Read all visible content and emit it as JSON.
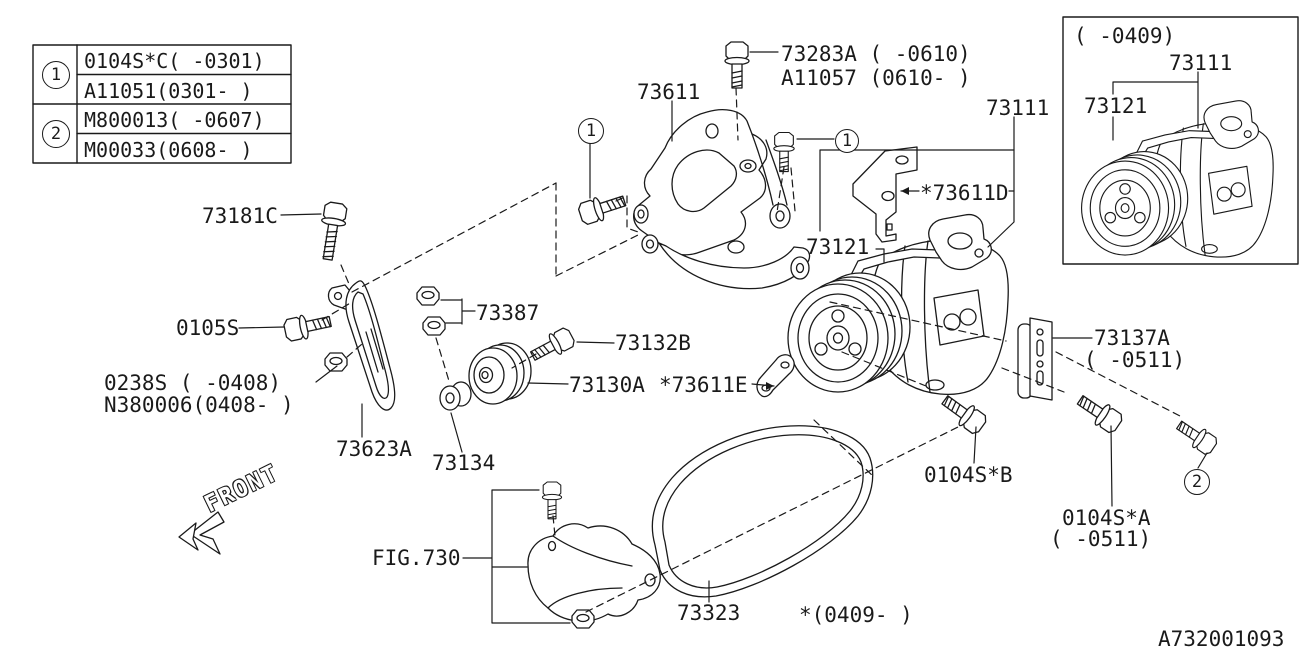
{
  "meta": {
    "drawing_number": "A732001093"
  },
  "legend": {
    "item1_num": "1",
    "item1_line1": "0104S*C( -0301)",
    "item1_line2": "A11051(0301- )",
    "item2_num": "2",
    "item2_line1": "M800013( -0607)",
    "item2_line2": "M00033(0608- )"
  },
  "inset": {
    "date_range": "( -0409)",
    "label_73111": "73111",
    "label_73121": "73121"
  },
  "parts": {
    "p73611": "73611",
    "p73283a": "73283A ( -0610)",
    "pa11057": "A11057 (0610- )",
    "p73111": "73111",
    "p73611d": "*73611D",
    "p73121": "73121",
    "p73181c": "73181C",
    "p0105s": "0105S",
    "p73387": "73387",
    "p73132b": "73132B",
    "p73130a": "73130A",
    "p73611e": "*73611E",
    "p0238s": "0238S ( -0408)",
    "pn380006": "N380006(0408- )",
    "p73623a": "73623A",
    "p73134": "73134",
    "p73137a": "73137A",
    "p73137a_range": "( -0511)",
    "p0104sb": "0104S*B",
    "p0104sa": "0104S*A",
    "p0104sa_range": "( -0511)",
    "fig730": "FIG.730",
    "p73323": "73323",
    "range_0409": "*(0409- )",
    "front": "FRONT",
    "circ1": "1",
    "circ2": "2"
  }
}
